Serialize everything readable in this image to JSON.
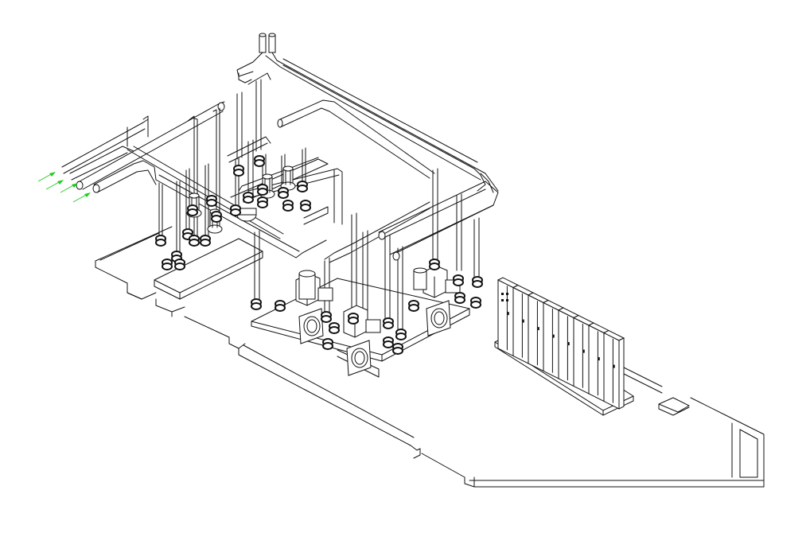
{
  "colors": {
    "background": "#ffffff",
    "line": "#111111",
    "flow_arrow": "#22cc22"
  },
  "diagram": {
    "flow_arrow_count": 4,
    "left_pump_count": 4,
    "right_pump_skid_count": 3,
    "electrical_cabinet_count": 8
  }
}
